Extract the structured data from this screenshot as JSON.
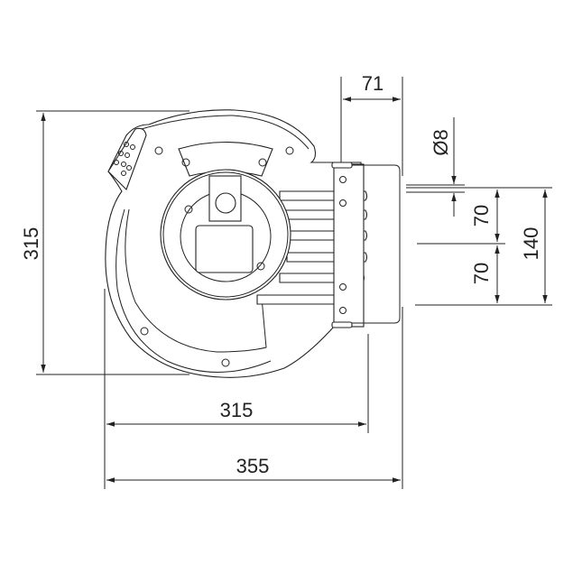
{
  "title": "Hose reel dimensional drawing",
  "dimensions": {
    "bracket_depth": "71",
    "hole_diameter": "Ø8",
    "upper_spacing": "70",
    "lower_spacing": "70",
    "hole_span": "140",
    "height": "315",
    "body_width": "315",
    "overall_width": "355"
  },
  "colors": {
    "line": "#222222",
    "background": "#ffffff"
  }
}
